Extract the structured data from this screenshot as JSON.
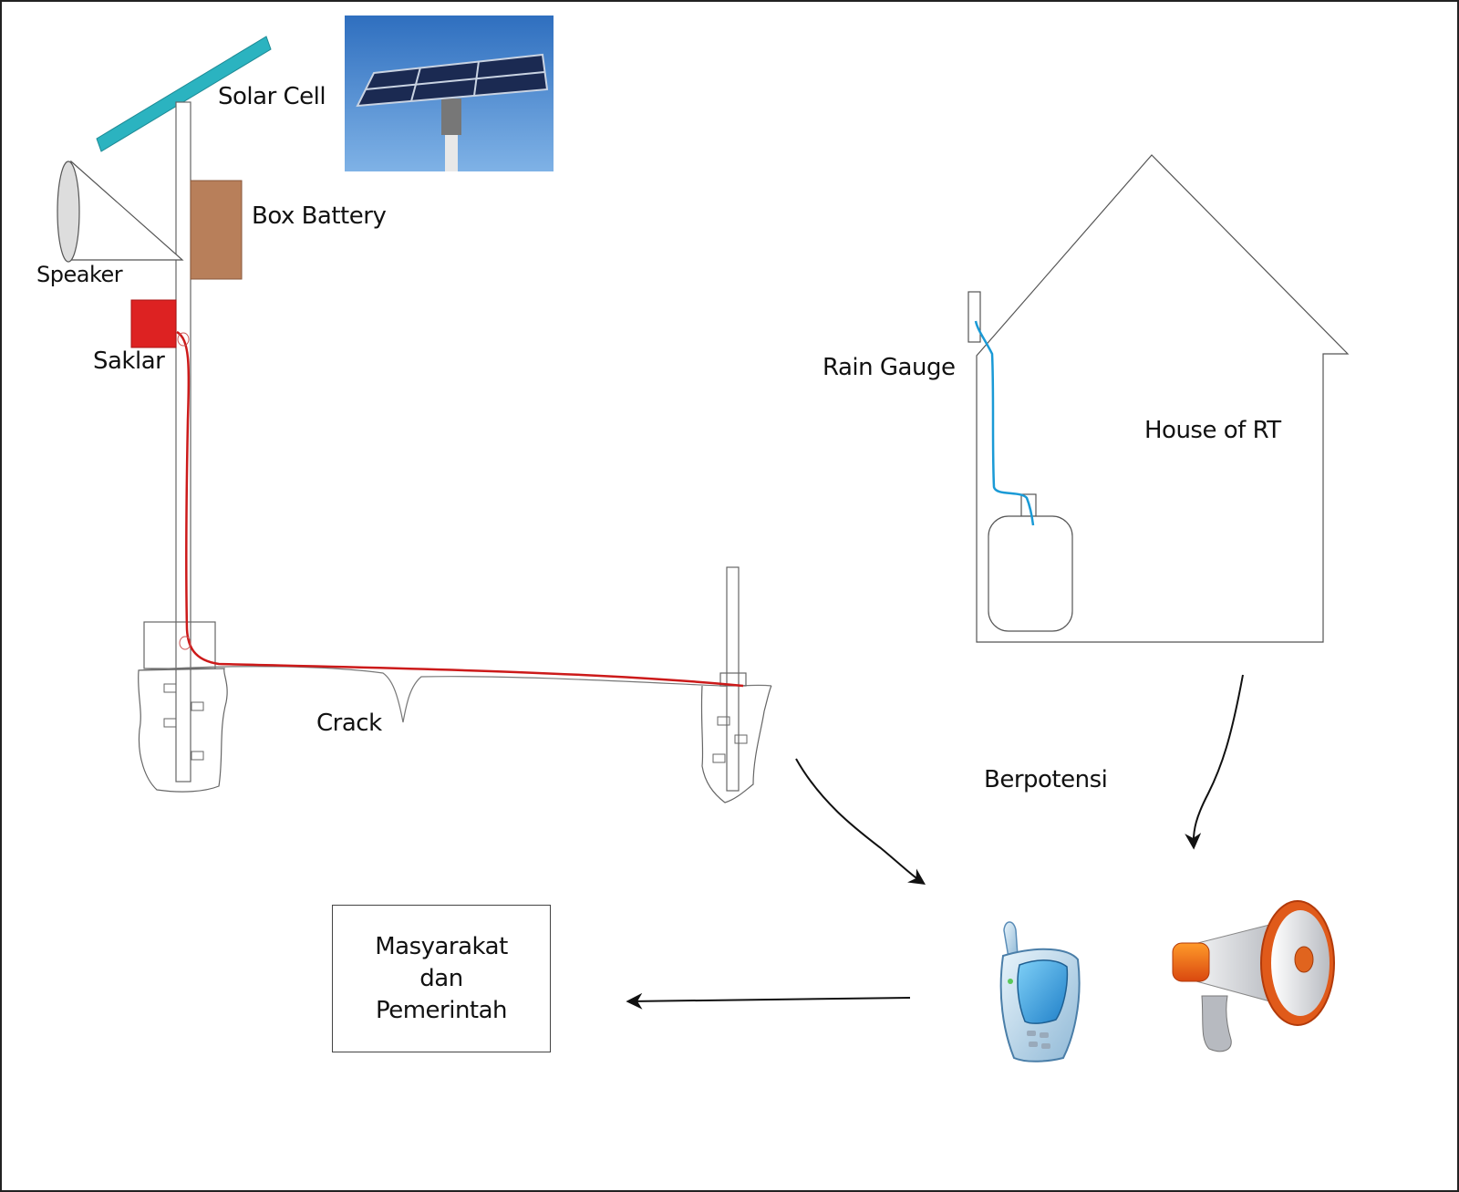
{
  "labels": {
    "solar_cell": "Solar Cell",
    "box_battery": "Box Battery",
    "speaker": "Speaker",
    "saklar": "Saklar",
    "crack": "Crack",
    "rain_gauge": "Rain Gauge",
    "house": "House of RT",
    "berpotensi": "Berpotensi"
  },
  "recipient_box": {
    "line1": "Masyarakat",
    "line2": "dan",
    "line3": "Pemerintah"
  },
  "icons": {
    "phone": "mobile-phone-icon",
    "megaphone": "megaphone-icon",
    "solar_photo": "solar-panel-photo"
  },
  "colors": {
    "solar_panel": "#2bb3c0",
    "battery": "#b87f5a",
    "switch": "#dd2222",
    "wire": "#cc1a1a",
    "rain_tube": "#1a9ad6",
    "outline": "#555555"
  }
}
